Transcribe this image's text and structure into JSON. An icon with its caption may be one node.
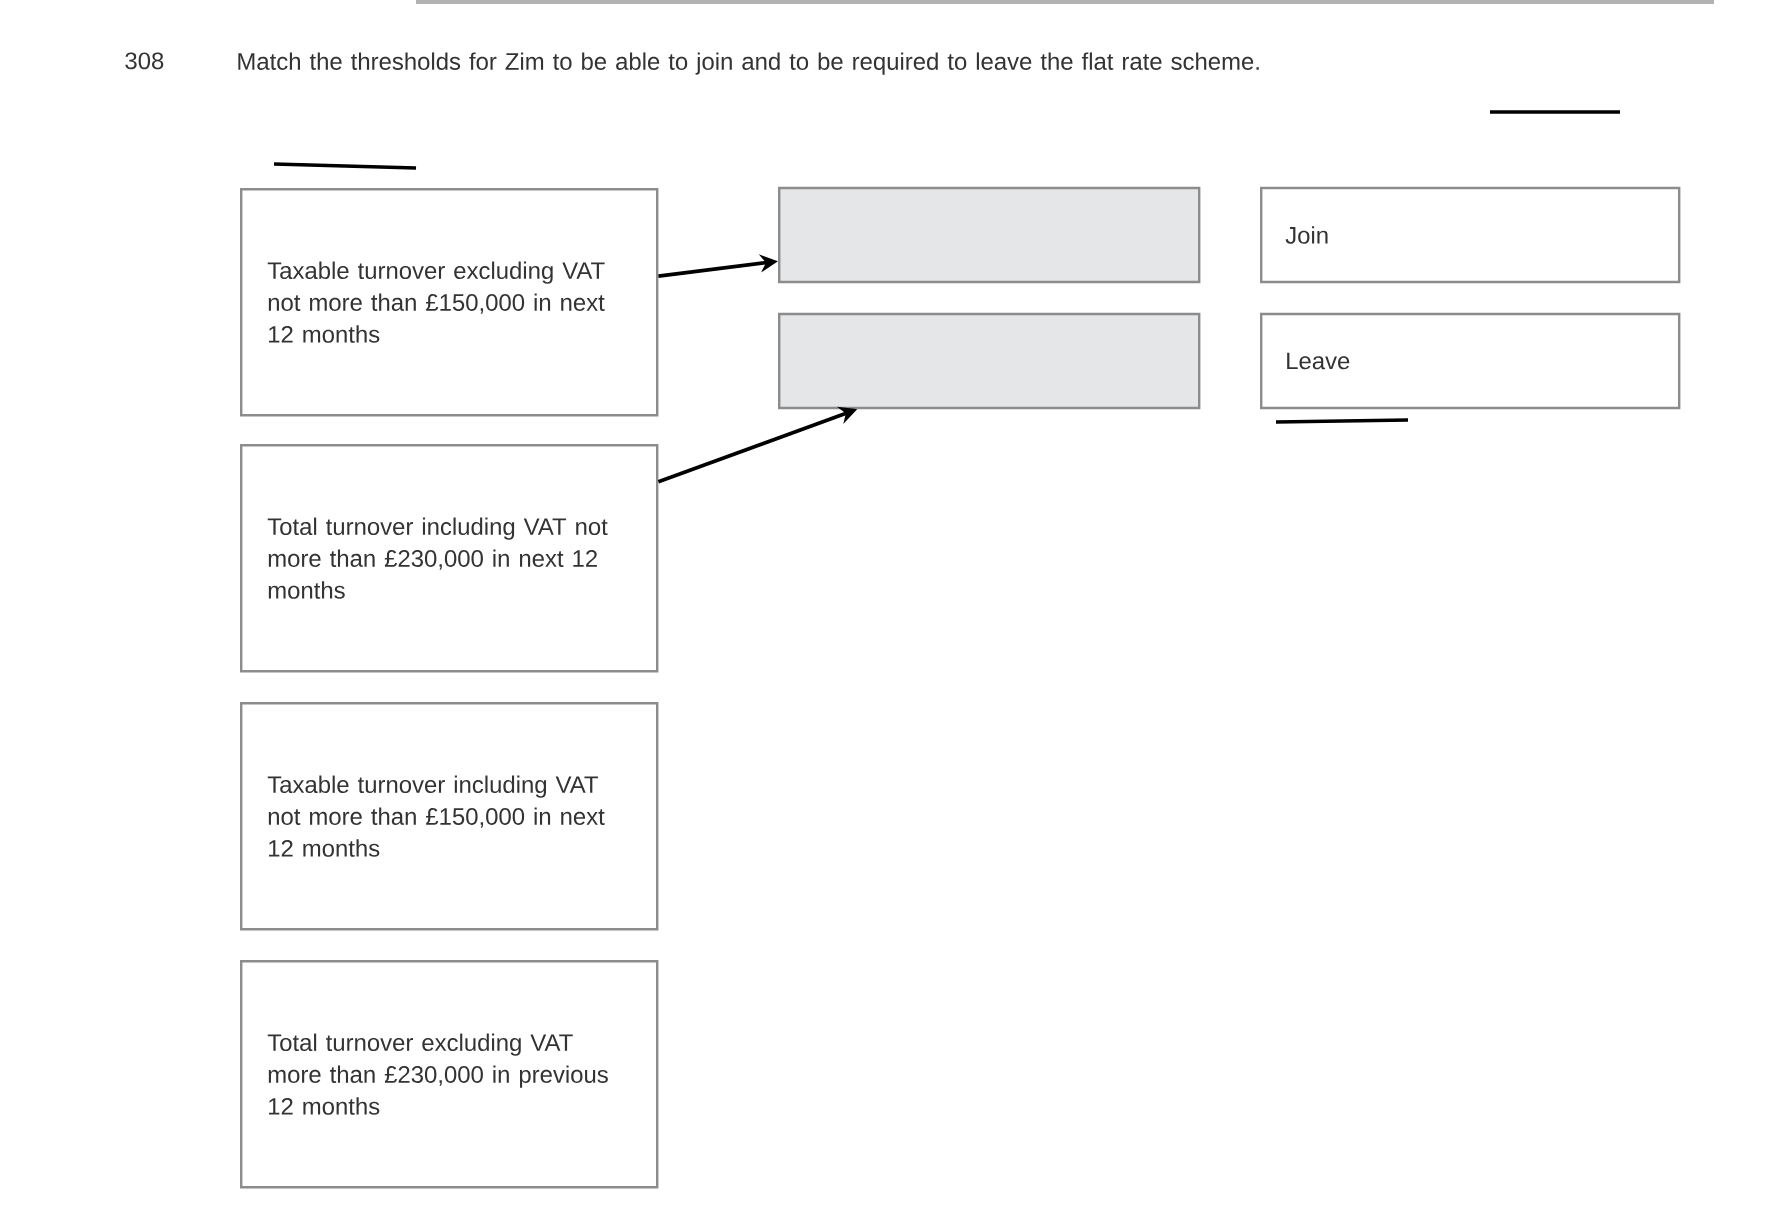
{
  "diagram": {
    "title": "Match the thresholds for Zim to be able to join and to be required to leave the flat rate scheme.",
    "nodes": [
      {
        "text": [
          "Taxable turnover excluding VAT not more than £150,000 in next 12 months"
        ]
      },
      {
        "text": [
          "Total turnover including VAT not more than £230,000 in next 12 months"
        ]
      },
      {
        "text": [
          "Taxable turnover including VAT not more than £150,000 in next 12 months"
        ]
      },
      {
        "text": [
          "Total turnover excluding VAT more than £230,000 in previous 12 months"
        ]
      },
      {
        "text": [],
        "shape": "box"
      },
      {
        "text": [],
        "shape": "box"
      },
      {
        "text": [
          "Join"
        ]
      },
      {
        "text": [
          "Leave"
        ]
      }
    ],
    "edges": [
      {
        "from": 0,
        "to": 4,
        "arrow": "to"
      },
      {
        "from": 1,
        "to": 5,
        "arrow": "to"
      }
    ],
    "labels": [
      "308"
    ]
  }
}
